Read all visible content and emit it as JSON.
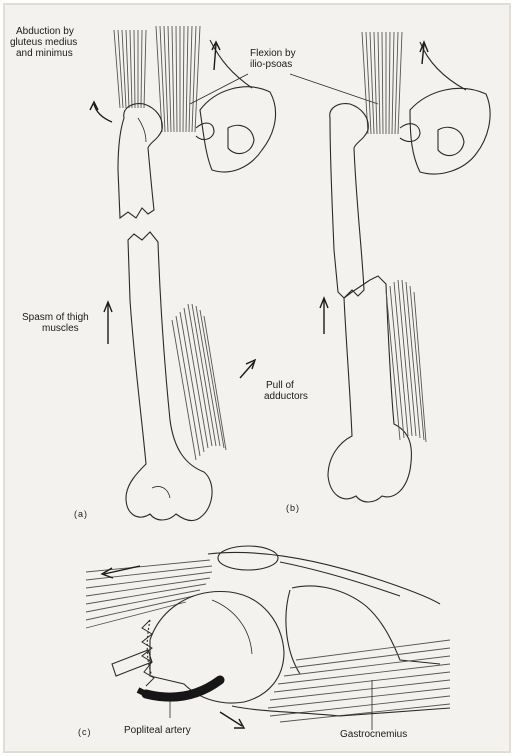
{
  "labels": {
    "abduction_line1": "Abduction by",
    "abduction_line2": "gluteus medius",
    "abduction_line3": "and minimus",
    "flexion_line1": "Flexion by",
    "flexion_line2": "ilio-psoas",
    "spasm_line1": "Spasm of thigh",
    "spasm_line2": "muscles",
    "pull_line1": "Pull of",
    "pull_line2": "adductors",
    "popliteal": "Popliteal artery",
    "gastrocnemius": "Gastrocnemius"
  },
  "panels": {
    "a": "(a)",
    "b": "(b)",
    "c": "(c)"
  },
  "colors": {
    "paper": "#f4f2ee",
    "border": "#e2ded6",
    "ink": "#2a2a2a",
    "muscle": "#555555",
    "artery": "#161616"
  }
}
